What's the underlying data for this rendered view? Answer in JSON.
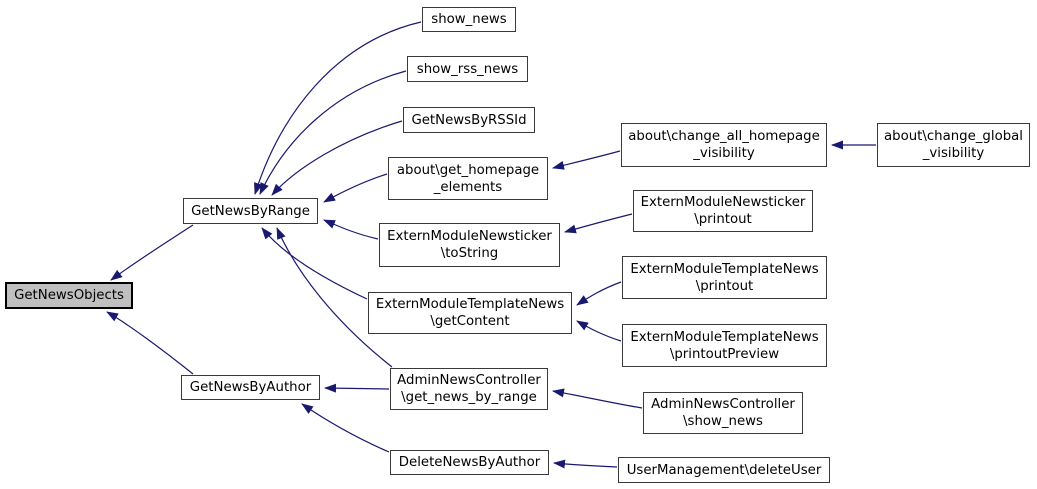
{
  "diagram": {
    "type": "call-graph",
    "root": "GetNewsObjects",
    "colors": {
      "edge": "#191970",
      "node_fill": "#ffffff",
      "node_border": "#3a3a3a",
      "root_fill": "#c0c0c0",
      "background": "#ffffff"
    }
  },
  "nodes": [
    {
      "id": "getnewsobjects",
      "label": "GetNewsObjects",
      "highlighted": true
    },
    {
      "id": "getnewsbyrange",
      "label": "GetNewsByRange"
    },
    {
      "id": "getnewsbyauthor",
      "label": "GetNewsByAuthor"
    },
    {
      "id": "show_news",
      "label": "show_news"
    },
    {
      "id": "show_rss_news",
      "label": "show_rss_news"
    },
    {
      "id": "getnewsbyrssid",
      "label": "GetNewsByRSSId"
    },
    {
      "id": "get_homepage_elements",
      "label": "about\\get_homepage\n_elements"
    },
    {
      "id": "change_all_homepage",
      "label": "about\\change_all_homepage\n_visibility"
    },
    {
      "id": "change_global",
      "label": "about\\change_global\n_visibility"
    },
    {
      "id": "newsticker_tostring",
      "label": "ExternModuleNewsticker\n\\toString"
    },
    {
      "id": "newsticker_printout",
      "label": "ExternModuleNewsticker\n\\printout"
    },
    {
      "id": "template_getcontent",
      "label": "ExternModuleTemplateNews\n\\getContent"
    },
    {
      "id": "template_printout",
      "label": "ExternModuleTemplateNews\n\\printout"
    },
    {
      "id": "template_printoutpreview",
      "label": "ExternModuleTemplateNews\n\\printoutPreview"
    },
    {
      "id": "admin_get_news_by_range",
      "label": "AdminNewsController\n\\get_news_by_range"
    },
    {
      "id": "admin_show_news",
      "label": "AdminNewsController\n\\show_news"
    },
    {
      "id": "deletenewsbyauthor",
      "label": "DeleteNewsByAuthor"
    },
    {
      "id": "usermanagement_deleteuser",
      "label": "UserManagement\\deleteUser"
    }
  ],
  "edges": [
    {
      "from": "show_news",
      "to": "GetNewsByRange"
    },
    {
      "from": "show_rss_news",
      "to": "GetNewsByRange"
    },
    {
      "from": "GetNewsByRSSId",
      "to": "GetNewsByRange"
    },
    {
      "from": "about\\get_homepage_elements",
      "to": "GetNewsByRange"
    },
    {
      "from": "ExternModuleNewsticker\\toString",
      "to": "GetNewsByRange"
    },
    {
      "from": "ExternModuleTemplateNews\\getContent",
      "to": "GetNewsByRange"
    },
    {
      "from": "AdminNewsController\\get_news_by_range",
      "to": "GetNewsByRange"
    },
    {
      "from": "GetNewsByRange",
      "to": "GetNewsObjects"
    },
    {
      "from": "GetNewsByAuthor",
      "to": "GetNewsObjects"
    },
    {
      "from": "about\\change_all_homepage_visibility",
      "to": "about\\get_homepage_elements"
    },
    {
      "from": "about\\change_global_visibility",
      "to": "about\\change_all_homepage_visibility"
    },
    {
      "from": "ExternModuleNewsticker\\printout",
      "to": "ExternModuleNewsticker\\toString"
    },
    {
      "from": "ExternModuleTemplateNews\\printout",
      "to": "ExternModuleTemplateNews\\getContent"
    },
    {
      "from": "ExternModuleTemplateNews\\printoutPreview",
      "to": "ExternModuleTemplateNews\\getContent"
    },
    {
      "from": "AdminNewsController\\show_news",
      "to": "AdminNewsController\\get_news_by_range"
    },
    {
      "from": "AdminNewsController\\get_news_by_range",
      "to": "GetNewsByAuthor"
    },
    {
      "from": "DeleteNewsByAuthor",
      "to": "GetNewsByAuthor"
    },
    {
      "from": "UserManagement\\deleteUser",
      "to": "DeleteNewsByAuthor"
    }
  ]
}
